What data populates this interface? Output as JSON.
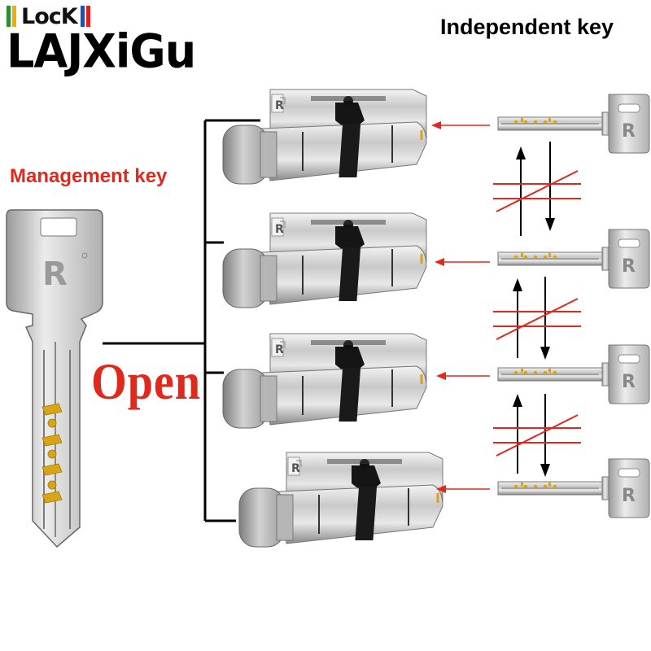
{
  "logo": {
    "bar_colors": [
      "#2a8f2a",
      "#e8b000",
      "#1a4fb5",
      "#e02020"
    ],
    "top_text": "LocK",
    "big_text": "LAJXiGu"
  },
  "heading": "Independent key",
  "management_label": "Management key",
  "open_label": "Open",
  "icons": [
    "management-key",
    "lock-cylinder",
    "independent-key",
    "arrow",
    "cross-mark"
  ],
  "colors": {
    "accent_red": "#e0281c",
    "line_black": "#000000",
    "brass": "#d8a418",
    "steel": "#c8c8c8"
  }
}
